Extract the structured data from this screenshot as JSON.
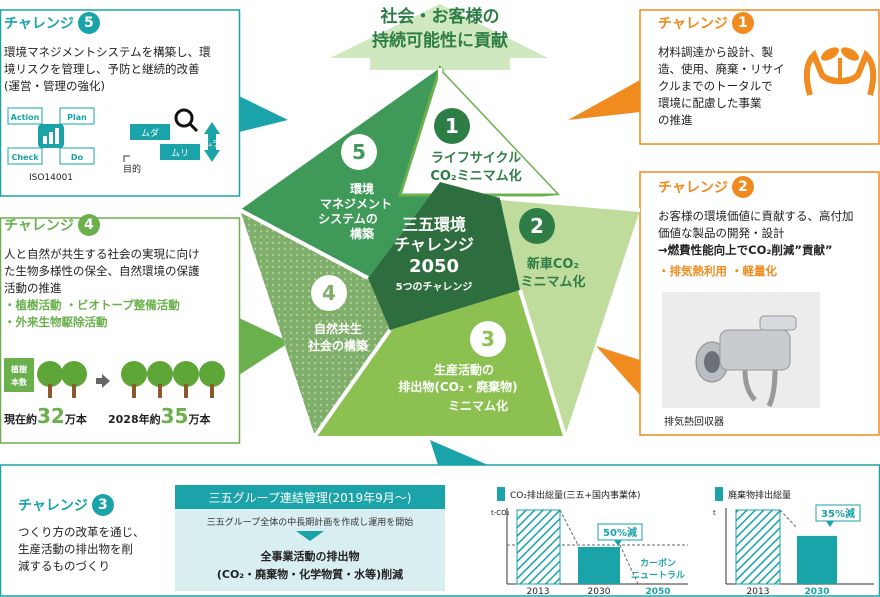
{
  "header": {
    "line1": "社会・お客様の",
    "line2": "持続可能性に貢献"
  },
  "center": {
    "line1": "三五環境",
    "line2": "チャレンジ",
    "line3": "2050",
    "line4": "5つのチャレンジ"
  },
  "segments": [
    {
      "num": "1",
      "label1": "ライフサイクル",
      "label2": "CO₂ミニマム化"
    },
    {
      "num": "2",
      "label1": "新車CO₂",
      "label2": "ミニマム化"
    },
    {
      "num": "3",
      "label1": "生産活動の",
      "label2": "排出物(CO₂・廃棄物)",
      "label3": "ミニマム化"
    },
    {
      "num": "4",
      "label1": "自然共生",
      "label2": "社会の構築"
    },
    {
      "num": "5",
      "label1": "環境",
      "label2": "マネジメント",
      "label3": "システムの",
      "label4": "構築"
    }
  ],
  "challenge_label": "チャレンジ",
  "c5": {
    "num": "5",
    "text": [
      "環境マネジメントシステムを構築し、環",
      "境リスクを管理し、予防と継続的改善",
      "(運営・管理の強化)"
    ],
    "pdca": [
      "Action",
      "Plan",
      "Check",
      "Do"
    ],
    "iso": "ISO14001",
    "muda": [
      "ムダ",
      "ムリ",
      "ムラ"
    ],
    "goal": "目的"
  },
  "c4": {
    "num": "4",
    "text": [
      "人と自然が共生する社会の実現に向け",
      "た生物多様性の保全、自然環境の保護",
      "活動の推進"
    ],
    "bullets": [
      "・植樹活動 ・ビオトープ整備活動",
      "・外来生物駆除活動"
    ],
    "badge": [
      "植樹",
      "本数"
    ],
    "now_prefix": "現在約",
    "now_num": "32",
    "now_suffix": "万本",
    "future_prefix": "2028年約",
    "future_num": "35",
    "future_suffix": "万本"
  },
  "c1": {
    "num": "1",
    "text": [
      "材料調達から設計、製",
      "造、使用、廃棄・リサイ",
      "クルまでのトータルで",
      "環境に配慮した事業",
      "の推進"
    ]
  },
  "c2": {
    "num": "2",
    "text": [
      "お客様の環境価値に貢献する、高付加",
      "価値な製品の開発・設計"
    ],
    "bold": "→燃費性能向上でCO₂削減”貢献”",
    "bullets": "・排気熱利用 ・軽量化",
    "caption": "排気熱回収器"
  },
  "c3": {
    "num": "3",
    "text": [
      "つくり方の改革を通じ、",
      "生産活動の排出物を削",
      "減するものづくり"
    ],
    "mgmt_title": "三五グループ連結管理(2019年9月〜)",
    "mgmt_sub": "三五グループ全体の中長期計画を作成し運用を開始",
    "mgmt_goal1": "全事業活動の排出物",
    "mgmt_goal2": "(CO₂・廃棄物・化学物質・水等)削減"
  },
  "chart_data": [
    {
      "type": "bar",
      "title": "CO₂排出総量(三五+国内事業体)",
      "ylabel": "t-CO₂",
      "categories": [
        "2013",
        "2030",
        "2050"
      ],
      "values": [
        100,
        50,
        0
      ],
      "annotations": [
        "50%減",
        "カーボン",
        "ニュートラル"
      ]
    },
    {
      "type": "bar",
      "title": "廃棄物排出総量",
      "ylabel": "t",
      "categories": [
        "2013",
        "2030"
      ],
      "values": [
        100,
        65
      ],
      "annotations": [
        "35%減"
      ]
    }
  ],
  "colors": {
    "teal": "#1aa3a9",
    "orange": "#f08c1f",
    "green": "#6ab04c",
    "dark_green": "#2e7d46"
  }
}
